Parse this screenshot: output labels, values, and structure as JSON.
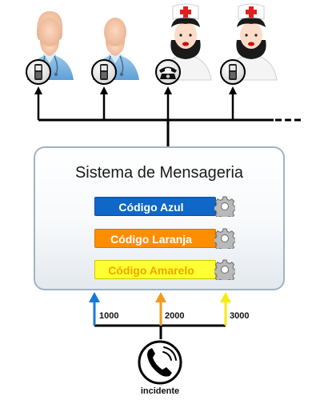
{
  "system": {
    "title": "Sistema de Mensageria",
    "codes": [
      {
        "label": "Código Azul",
        "color": "#0f67c7"
      },
      {
        "label": "Código Laranja",
        "color": "#ff8d00"
      },
      {
        "label": "Código Amarelo",
        "color": "#ffff33"
      }
    ]
  },
  "extensions": [
    "1000",
    "2000",
    "3000"
  ],
  "incident": {
    "label": "incidente",
    "icon": "telephone-handset-icon"
  },
  "recipients": [
    {
      "role": "doctor",
      "device": "mobile-phone-icon"
    },
    {
      "role": "doctor",
      "device": "mobile-phone-icon"
    },
    {
      "role": "nurse",
      "device": "desk-telephone-icon"
    },
    {
      "role": "nurse",
      "device": "mobile-phone-icon"
    }
  ],
  "colors": {
    "arrow_blue": "#1679d8",
    "arrow_orange": "#f39a1e",
    "arrow_yellow": "#f5ea12",
    "box_border": "#9fb4c2"
  }
}
